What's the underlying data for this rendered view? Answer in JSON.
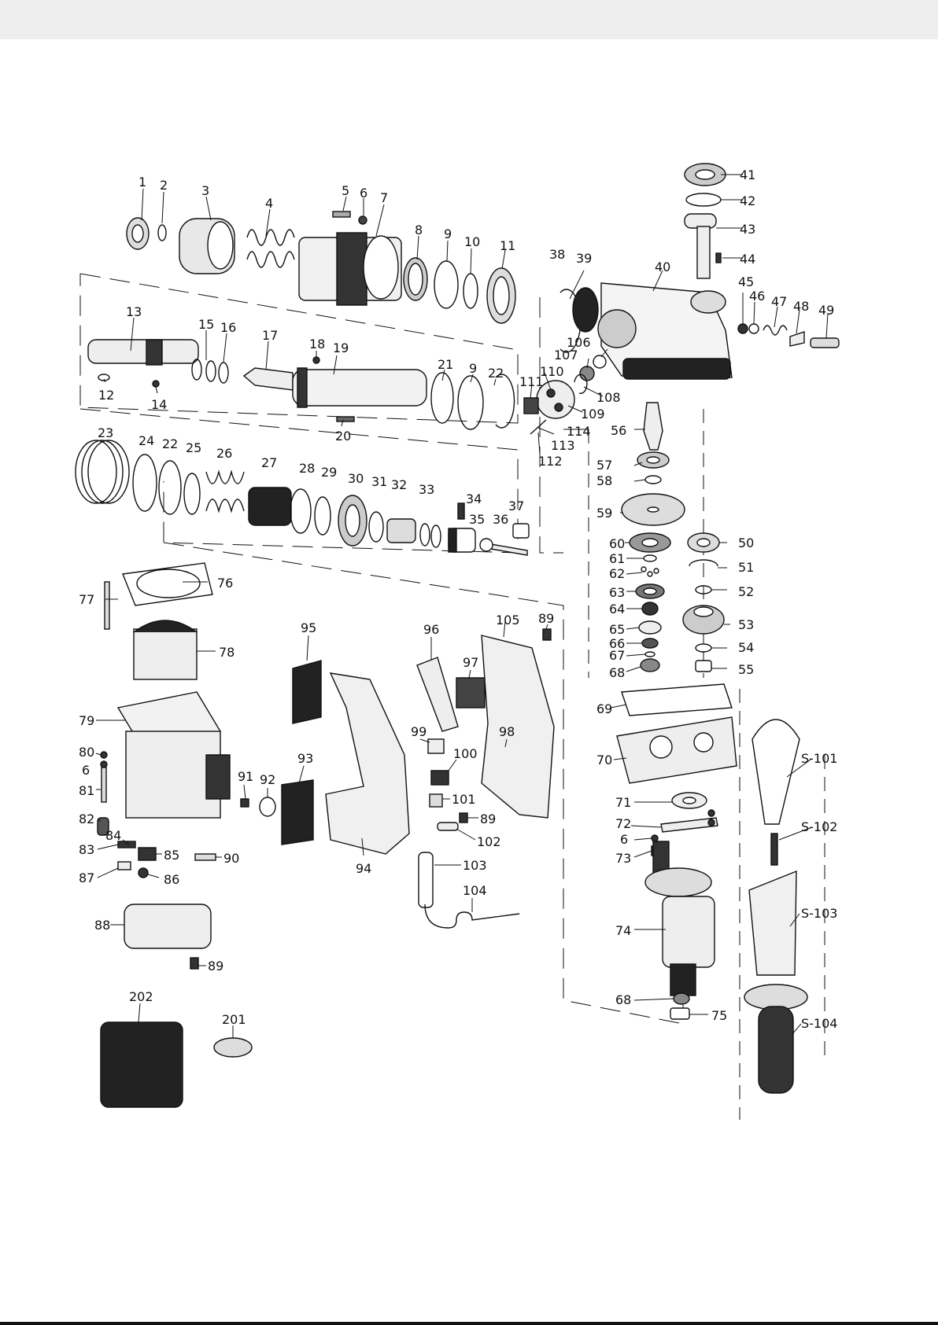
{
  "diagram": {
    "groups": [
      {
        "name": "hammer-mechanism",
        "parts": [
          "1",
          "2",
          "3",
          "4",
          "5",
          "6",
          "7",
          "8",
          "9",
          "10",
          "11",
          "12",
          "13",
          "14",
          "15",
          "16",
          "17",
          "18",
          "19",
          "20",
          "21",
          "9",
          "22",
          "23",
          "24",
          "22",
          "25",
          "26",
          "27",
          "28",
          "29",
          "30",
          "31",
          "32",
          "33",
          "34",
          "35",
          "36",
          "37"
        ]
      },
      {
        "name": "gear-housing",
        "parts": [
          "38",
          "39",
          "40",
          "41",
          "42",
          "43",
          "44",
          "45",
          "46",
          "47",
          "48",
          "49",
          "106",
          "107",
          "108",
          "109",
          "110",
          "111",
          "112",
          "113",
          "114"
        ]
      },
      {
        "name": "gear-train",
        "parts": [
          "56",
          "57",
          "58",
          "59",
          "60",
          "61",
          "62",
          "63",
          "64",
          "65",
          "66",
          "67",
          "68",
          "50",
          "51",
          "52",
          "53",
          "54",
          "55",
          "69",
          "70",
          "71",
          "72",
          "6",
          "73",
          "74",
          "68",
          "75"
        ]
      },
      {
        "name": "motor-and-handle",
        "parts": [
          "76",
          "77",
          "78",
          "79",
          "80",
          "6",
          "81",
          "82",
          "83",
          "84",
          "85",
          "86",
          "87",
          "88",
          "89",
          "90",
          "91",
          "92",
          "93",
          "94",
          "95",
          "96",
          "97",
          "98",
          "99",
          "100",
          "101",
          "89",
          "102",
          "103",
          "104",
          "105",
          "89"
        ]
      },
      {
        "name": "accessories",
        "parts": [
          "S-101",
          "S-102",
          "S-103",
          "S-104",
          "201",
          "202"
        ]
      }
    ],
    "labels": [
      {
        "text": "1"
      },
      {
        "text": "2"
      },
      {
        "text": "3"
      },
      {
        "text": "4"
      },
      {
        "text": "5"
      },
      {
        "text": "6"
      },
      {
        "text": "7"
      },
      {
        "text": "8"
      },
      {
        "text": "9"
      },
      {
        "text": "10"
      },
      {
        "text": "11"
      },
      {
        "text": "13"
      },
      {
        "text": "15"
      },
      {
        "text": "16"
      },
      {
        "text": "17"
      },
      {
        "text": "18"
      },
      {
        "text": "19"
      },
      {
        "text": "12"
      },
      {
        "text": "14"
      },
      {
        "text": "20"
      },
      {
        "text": "21"
      },
      {
        "text": "9"
      },
      {
        "text": "22"
      },
      {
        "text": "23"
      },
      {
        "text": "24"
      },
      {
        "text": "22"
      },
      {
        "text": "25"
      },
      {
        "text": "26"
      },
      {
        "text": "27"
      },
      {
        "text": "28"
      },
      {
        "text": "29"
      },
      {
        "text": "30"
      },
      {
        "text": "31"
      },
      {
        "text": "32"
      },
      {
        "text": "33"
      },
      {
        "text": "34"
      },
      {
        "text": "35"
      },
      {
        "text": "36"
      },
      {
        "text": "37"
      },
      {
        "text": "38"
      },
      {
        "text": "39"
      },
      {
        "text": "40"
      },
      {
        "text": "41"
      },
      {
        "text": "42"
      },
      {
        "text": "43"
      },
      {
        "text": "44"
      },
      {
        "text": "45"
      },
      {
        "text": "46"
      },
      {
        "text": "47"
      },
      {
        "text": "48"
      },
      {
        "text": "49"
      },
      {
        "text": "106"
      },
      {
        "text": "107"
      },
      {
        "text": "108"
      },
      {
        "text": "109"
      },
      {
        "text": "110"
      },
      {
        "text": "111"
      },
      {
        "text": "112"
      },
      {
        "text": "113"
      },
      {
        "text": "114"
      },
      {
        "text": "56"
      },
      {
        "text": "57"
      },
      {
        "text": "58"
      },
      {
        "text": "59"
      },
      {
        "text": "60"
      },
      {
        "text": "61"
      },
      {
        "text": "62"
      },
      {
        "text": "63"
      },
      {
        "text": "64"
      },
      {
        "text": "65"
      },
      {
        "text": "66"
      },
      {
        "text": "67"
      },
      {
        "text": "68"
      },
      {
        "text": "50"
      },
      {
        "text": "51"
      },
      {
        "text": "52"
      },
      {
        "text": "53"
      },
      {
        "text": "54"
      },
      {
        "text": "55"
      },
      {
        "text": "69"
      },
      {
        "text": "70"
      },
      {
        "text": "71"
      },
      {
        "text": "72"
      },
      {
        "text": "6"
      },
      {
        "text": "73"
      },
      {
        "text": "74"
      },
      {
        "text": "68"
      },
      {
        "text": "75"
      },
      {
        "text": "76"
      },
      {
        "text": "77"
      },
      {
        "text": "78"
      },
      {
        "text": "79"
      },
      {
        "text": "80"
      },
      {
        "text": "6"
      },
      {
        "text": "81"
      },
      {
        "text": "82"
      },
      {
        "text": "83"
      },
      {
        "text": "84"
      },
      {
        "text": "85"
      },
      {
        "text": "86"
      },
      {
        "text": "87"
      },
      {
        "text": "88"
      },
      {
        "text": "89"
      },
      {
        "text": "90"
      },
      {
        "text": "91"
      },
      {
        "text": "92"
      },
      {
        "text": "93"
      },
      {
        "text": "94"
      },
      {
        "text": "95"
      },
      {
        "text": "96"
      },
      {
        "text": "97"
      },
      {
        "text": "98"
      },
      {
        "text": "99"
      },
      {
        "text": "100"
      },
      {
        "text": "101"
      },
      {
        "text": "89"
      },
      {
        "text": "102"
      },
      {
        "text": "103"
      },
      {
        "text": "104"
      },
      {
        "text": "105"
      },
      {
        "text": "89"
      },
      {
        "text": "S-101"
      },
      {
        "text": "S-102"
      },
      {
        "text": "S-103"
      },
      {
        "text": "S-104"
      },
      {
        "text": "202"
      },
      {
        "text": "201"
      }
    ]
  }
}
